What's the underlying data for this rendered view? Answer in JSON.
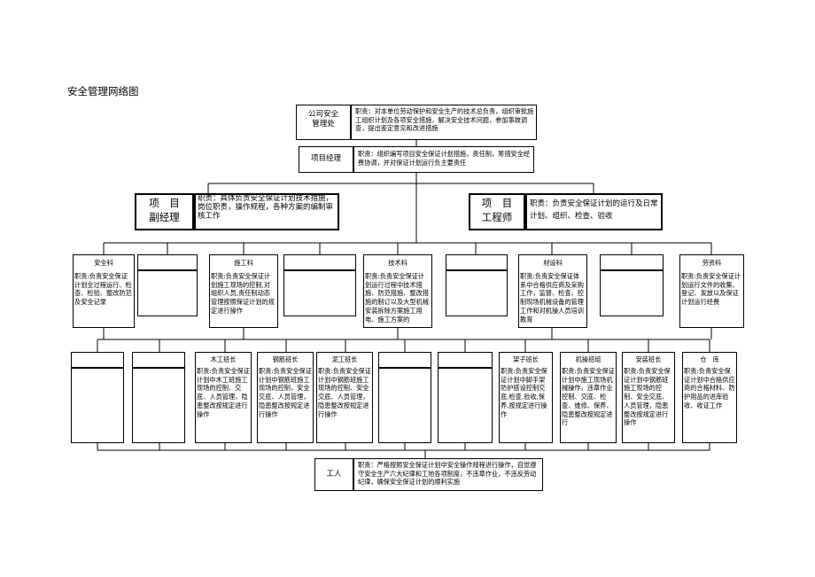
{
  "title": "安全管理网络图",
  "company": {
    "name": "公司安全\n管理处",
    "duty": "职责：对本单位劳动保护和安全生产的技术总负责，组织审批施工组织计划及各项安全措施，解决安全技术问题，参加事故调查，提出鉴定意见和改进措施"
  },
  "pm": {
    "name": "项目经理",
    "duty": "职责：组织编写项目安全保证计划措施，责任制，筹措安全经费协调，并对保证计划运行负主要责任"
  },
  "deputy": {
    "name": "项　目\n副经理",
    "duty": "职责：具体负责安全保证计划技术措施，岗位职责，操作规程，各种方案的编制审核工作"
  },
  "engineer": {
    "name": "项　目\n工程师",
    "duty": "职责：负责安全保证计划的运行及日常计划、组织、检查、验收"
  },
  "depts": [
    {
      "name": "安全科",
      "duty": "职责:负责安全保证计划全过程运行、检查、检验、整改防范及安全记录"
    },
    {
      "name": "",
      "duty": ""
    },
    {
      "name": "施工科",
      "duty": "职责:负责安全保证计划施工现场的控制,对组织人员,责任制动态管理按照保证计划的规定进行操作"
    },
    {
      "name": "",
      "duty": ""
    },
    {
      "name": "技术科",
      "duty": "职责:负责安全保证计划运行过程中技术措施、防范措施、整改措施的制订以及大型机械安装拆除方案施工用电、施工方案的"
    },
    {
      "name": "",
      "duty": ""
    },
    {
      "name": "材设科",
      "duty": "职责:负责安全保证体系中合格供应商及采购工作，监督、检查、控制现场机械设备的管理工作和对机操人员培训教育"
    },
    {
      "name": "",
      "duty": ""
    },
    {
      "name": "劳资科",
      "duty": "职责:负责安全保证计划运行文件的收集、登记、发放以及保证计划运行经费"
    }
  ],
  "teams": [
    {
      "name": "",
      "duty": ""
    },
    {
      "name": "",
      "duty": ""
    },
    {
      "name": "木工班长",
      "duty": "职责:负责安全保证计划中木工班施工现场的控制、交底、人员管理，隐患整改按规定进行操作"
    },
    {
      "name": "钢筋班长",
      "duty": "职责:负责安全保证计划中钢筋班施工现场的控制，安全交底、人员管理，隐患整改按规定进行操作"
    },
    {
      "name": "泥工班长",
      "duty": "职责:负责安全保证计划中钢筋班施工现场的控制、安全交底、人员管理，隐患整改按规定进行操作"
    },
    {
      "name": "",
      "duty": ""
    },
    {
      "name": "",
      "duty": ""
    },
    {
      "name": "架子班长",
      "duty": "职责:负责安全保证计划中脚手架防护搭设控制交底,检查,验收,保养,按规定进行操作"
    },
    {
      "name": "机操班组",
      "duty": "职责:负责安全保证计划中施工现场机械操作，违章作业控制、交底、检查、维修、保养、隐患整改按规定进行"
    },
    {
      "name": "安装班长",
      "duty": "职责:负责安全保证计划中钢筋班施工现场的控制、安全交底、人员管理，隐患整改按规定进行操作"
    },
    {
      "name": "仓　库",
      "duty": "职责:负责安全保证计划中合格供应商的合格材料、防护用品的进库验收、收证工作"
    }
  ],
  "worker": {
    "name": "工人",
    "duty": "职责：严格按照安全保证计划中安全操作规程进行操作，自觉遵守安全生产六大纪律和工地各项制度，不违章作业，不违反劳动纪律，确保安全保证计划的顺利实施"
  }
}
